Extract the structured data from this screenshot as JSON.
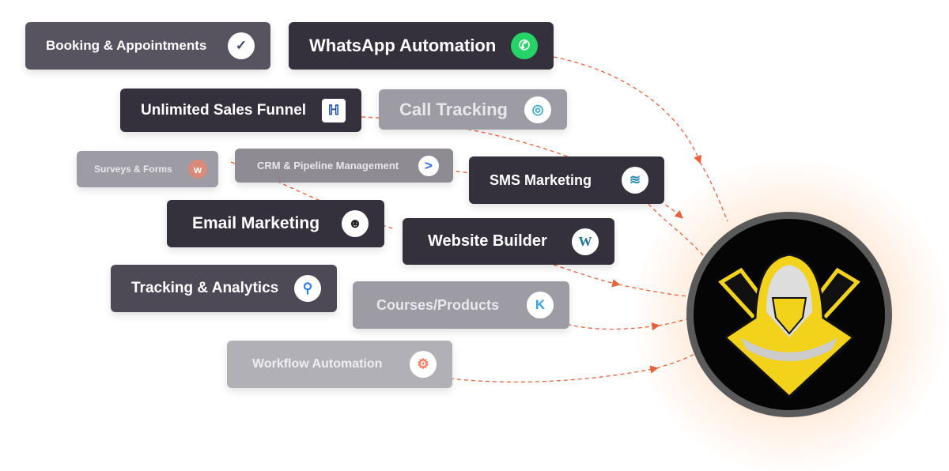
{
  "features": [
    {
      "label": "Booking & Appointments",
      "icon": "check-circle-icon",
      "glyph": "✓",
      "icon_color": "#3b4a6b"
    },
    {
      "label": "WhatsApp Automation",
      "icon": "whatsapp-icon",
      "glyph": "✆",
      "icon_color": "#25d366"
    },
    {
      "label": "Unlimited Sales Funnel",
      "icon": "funnel-logo-icon",
      "glyph": "ℍ",
      "icon_color": "#1d4e9a"
    },
    {
      "label": "Call Tracking",
      "icon": "call-tracking-icon",
      "glyph": "◎",
      "icon_color": "#3aa6c9"
    },
    {
      "label": "Surveys & Forms",
      "icon": "wufoo-icon",
      "glyph": "w",
      "icon_color": "#d05a3c"
    },
    {
      "label": "CRM & Pipeline Management",
      "icon": "activecampaign-icon",
      "glyph": ">",
      "icon_color": "#356ae6"
    },
    {
      "label": "SMS Marketing",
      "icon": "sms-layers-icon",
      "glyph": "≋",
      "icon_color": "#2a8bb5"
    },
    {
      "label": "Email Marketing",
      "icon": "mailchimp-icon",
      "glyph": "☻",
      "icon_color": "#222"
    },
    {
      "label": "Website Builder",
      "icon": "wordpress-icon",
      "glyph": "W",
      "icon_color": "#21759b"
    },
    {
      "label": "Tracking & Analytics",
      "icon": "location-pin-icon",
      "glyph": "⚲",
      "icon_color": "#2b7de9"
    },
    {
      "label": "Courses/Products",
      "icon": "kajabi-icon",
      "glyph": "K",
      "icon_color": "#3aa0e0"
    },
    {
      "label": "Workflow Automation",
      "icon": "hubspot-icon",
      "glyph": "⚙",
      "icon_color": "#ff7a59"
    }
  ],
  "accent": "#e8603c"
}
